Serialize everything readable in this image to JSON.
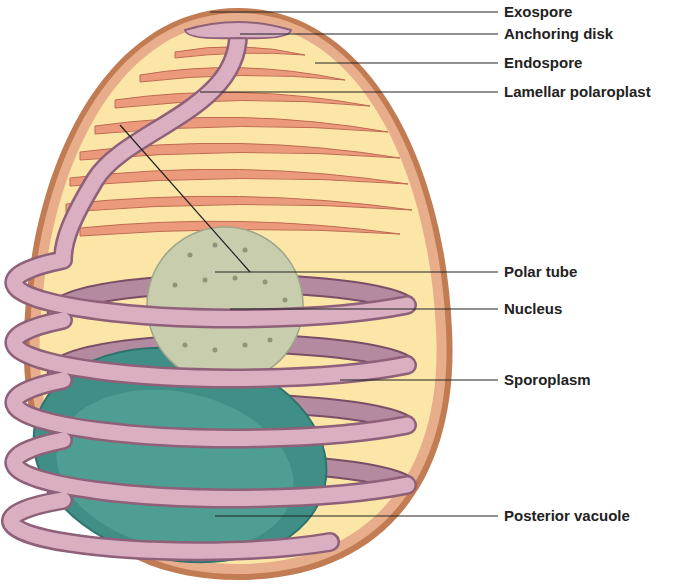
{
  "diagram": {
    "labels": [
      "Exospore",
      "Anchoring disk",
      "Endospore",
      "Lamellar polaroplast",
      "Polar tube",
      "Nucleus",
      "Sporoplasm",
      "Posterior vacuole"
    ]
  }
}
